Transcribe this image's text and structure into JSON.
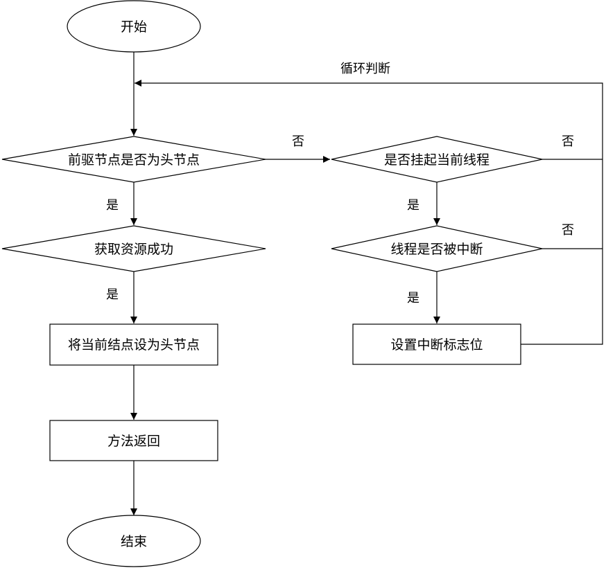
{
  "nodes": {
    "start": "开始",
    "is_head": "前驱节点是否为头节点",
    "acquire": "获取资源成功",
    "set_head": "将当前结点设为头节点",
    "return": "方法返回",
    "end": "结束",
    "should_park": "是否挂起当前线程",
    "interrupted": "线程是否被中断",
    "set_flag": "设置中断标志位"
  },
  "edges": {
    "loop": "循环判断",
    "no": "否",
    "yes": "是"
  }
}
